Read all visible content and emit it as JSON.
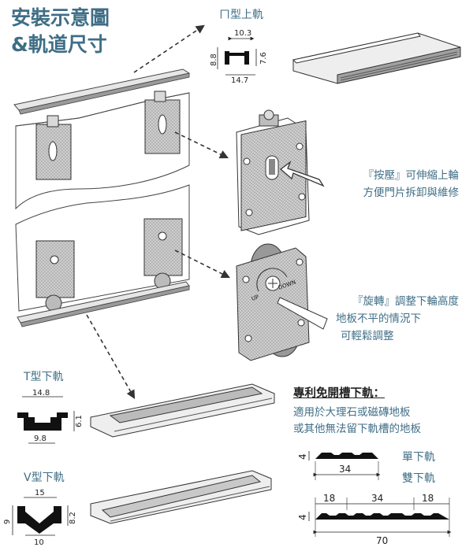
{
  "title": [
    "安裝示意圖",
    "&軌道尺寸"
  ],
  "top_rail": {
    "label": "ㄇ型上軌",
    "dims": {
      "width_top": "10.3",
      "width_bottom": "14.7",
      "height_left": "8.8",
      "height_right": "7.6"
    }
  },
  "press_note": [
    "『按壓』可伸縮上輪",
    "方便門片拆卸與維修"
  ],
  "rotate_note": [
    "『旋轉』調整下輪高度",
    "地板不平的情況下",
    "可輕鬆調整"
  ],
  "wheel_labels": {
    "up": "UP",
    "down": "DOWN"
  },
  "t_rail": {
    "label": "T型下軌",
    "dims": {
      "width_top": "14.8",
      "width_bottom": "9.8",
      "height": "6.1"
    }
  },
  "v_rail": {
    "label": "V型下軌",
    "dims": {
      "width_top": "15",
      "width_bottom": "10",
      "height_left": "9",
      "height_right": "8.2"
    }
  },
  "patent": {
    "title": "專利免開槽下軌：",
    "lines": [
      "適用於大理石或磁磚地板",
      "或其他無法留下軌槽的地板"
    ]
  },
  "single_rail": {
    "label": "單下軌",
    "height": "4",
    "width": "34"
  },
  "double_rail": {
    "label": "雙下軌",
    "height": "4",
    "left": "18",
    "middle": "34",
    "right": "18",
    "total": "70"
  }
}
